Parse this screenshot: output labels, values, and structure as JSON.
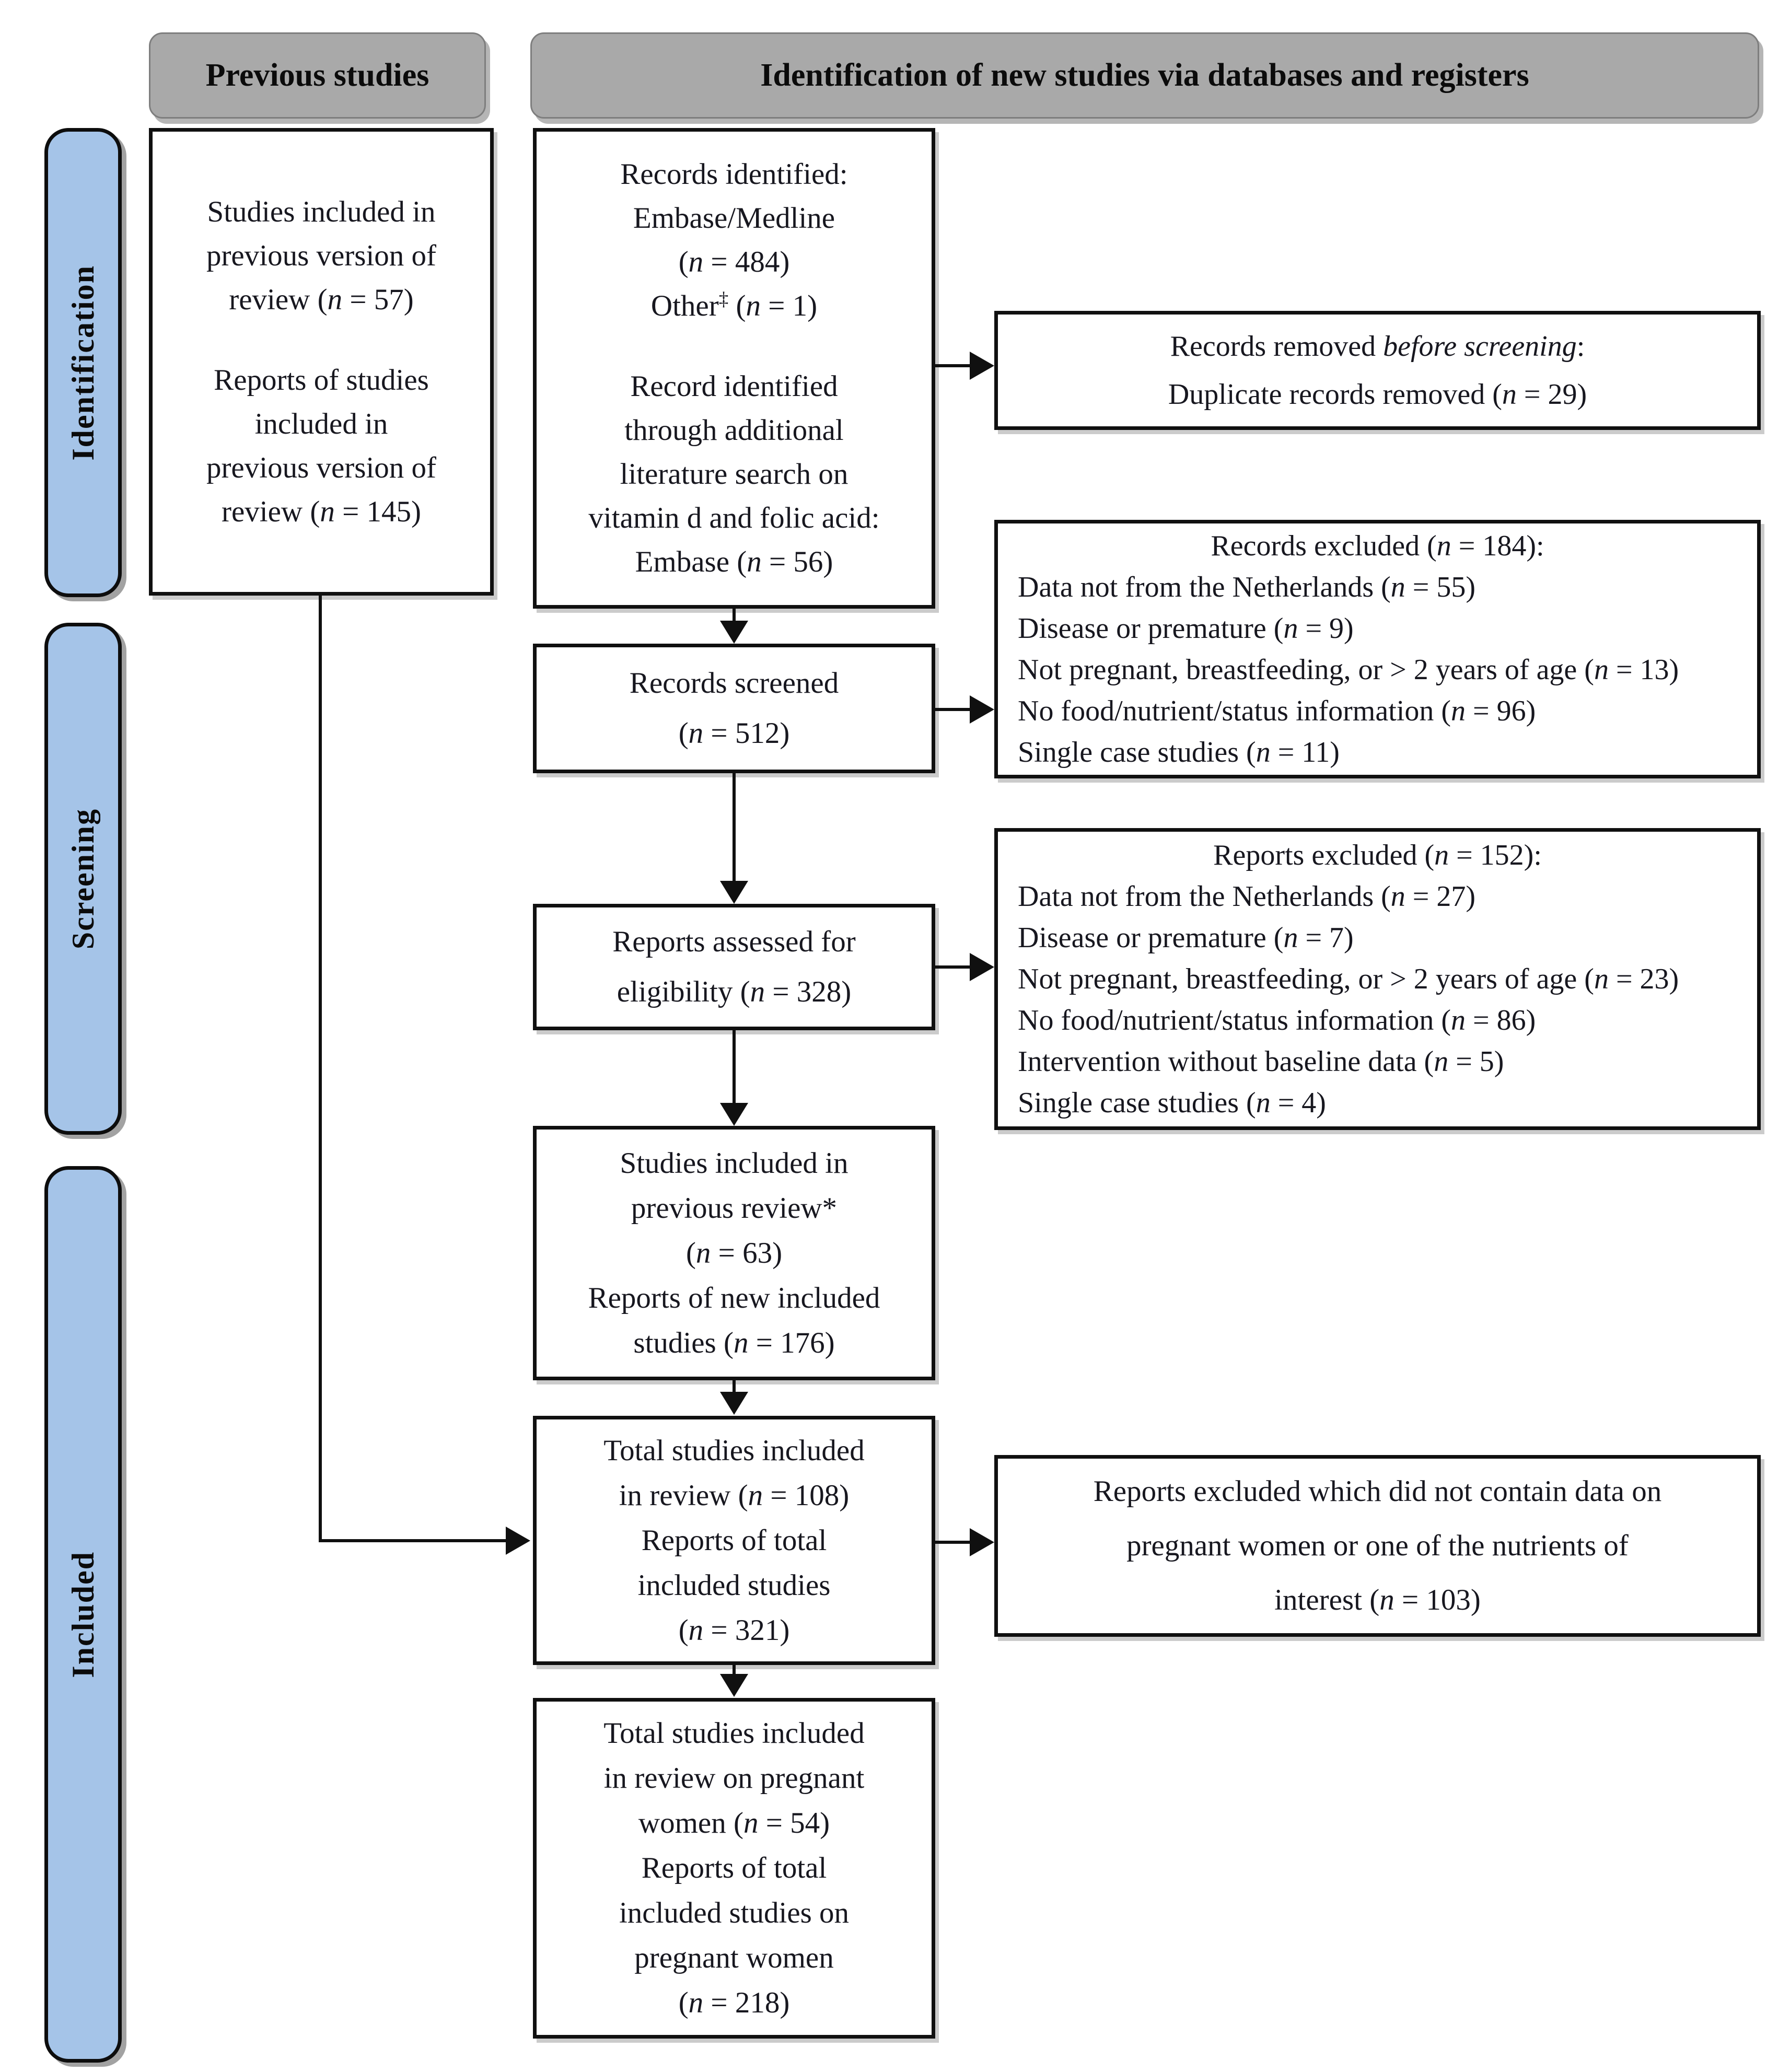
{
  "headers": {
    "previous": "Previous studies",
    "new_studies": "Identification of new studies via databases and registers"
  },
  "sidebar": {
    "identification": "Identification",
    "screening": "Screening",
    "included": "Included"
  },
  "colors": {
    "sidebar_fill": "#a5c4e8",
    "header_fill": "#a9a9a9",
    "box_border": "#101010",
    "line_color": "#101010"
  },
  "boxes": {
    "previous_studies": {
      "lines": [
        "Studies included in",
        "previous version of",
        "review (n = 57)",
        "",
        "Reports of studies",
        "included in",
        "previous version of",
        "review (n = 145)"
      ]
    },
    "records_identified": {
      "lines": [
        "Records identified:",
        "Embase/Medline",
        "(n = 484)",
        "Other‡ (n = 1)",
        "",
        "Record identified",
        "through additional",
        "literature search on",
        "vitamin d and folic acid:",
        "Embase (n = 56)"
      ]
    },
    "records_removed": {
      "lines": [
        "Records removed |before screening|:",
        "Duplicate records removed (n = 29)"
      ]
    },
    "records_screened": {
      "lines": [
        "Records screened",
        "(n = 512)"
      ]
    },
    "records_excluded": {
      "title": "Records excluded (n = 184):",
      "items": [
        "Data not from the Netherlands (n = 55)",
        "Disease or premature (n = 9)",
        "Not pregnant, breastfeeding, or > 2 years of age (n = 13)",
        "No food/nutrient/status information (n = 96)",
        "Single case studies (n = 11)"
      ]
    },
    "reports_assessed": {
      "lines": [
        "Reports assessed for",
        "eligibility (n = 328)"
      ]
    },
    "reports_excluded": {
      "title": "Reports excluded (n = 152):",
      "items": [
        "Data not from the Netherlands (n = 27)",
        "Disease or premature (n = 7)",
        "Not pregnant, breastfeeding, or > 2 years of age (n = 23)",
        "No food/nutrient/status information (n = 86)",
        "Intervention without baseline data (n = 5)",
        "Single case studies (n = 4)"
      ]
    },
    "studies_included_previous": {
      "lines": [
        "Studies included in",
        "previous review*",
        "(n = 63)",
        "Reports of new included",
        "studies (n = 176)"
      ]
    },
    "total_studies": {
      "lines": [
        "Total studies included",
        "in review (n = 108)",
        "Reports of total",
        "included studies",
        "(n = 321)"
      ]
    },
    "reports_excluded_pregnant": {
      "lines": [
        "Reports excluded which did not contain data on",
        "pregnant women or one of the nutrients of",
        "interest (n = 103)"
      ]
    },
    "total_studies_pregnant": {
      "lines": [
        "Total studies included",
        "in review on pregnant",
        "women (n = 54)",
        "Reports of total",
        "included studies on",
        "pregnant women",
        "(n = 218)"
      ]
    }
  }
}
